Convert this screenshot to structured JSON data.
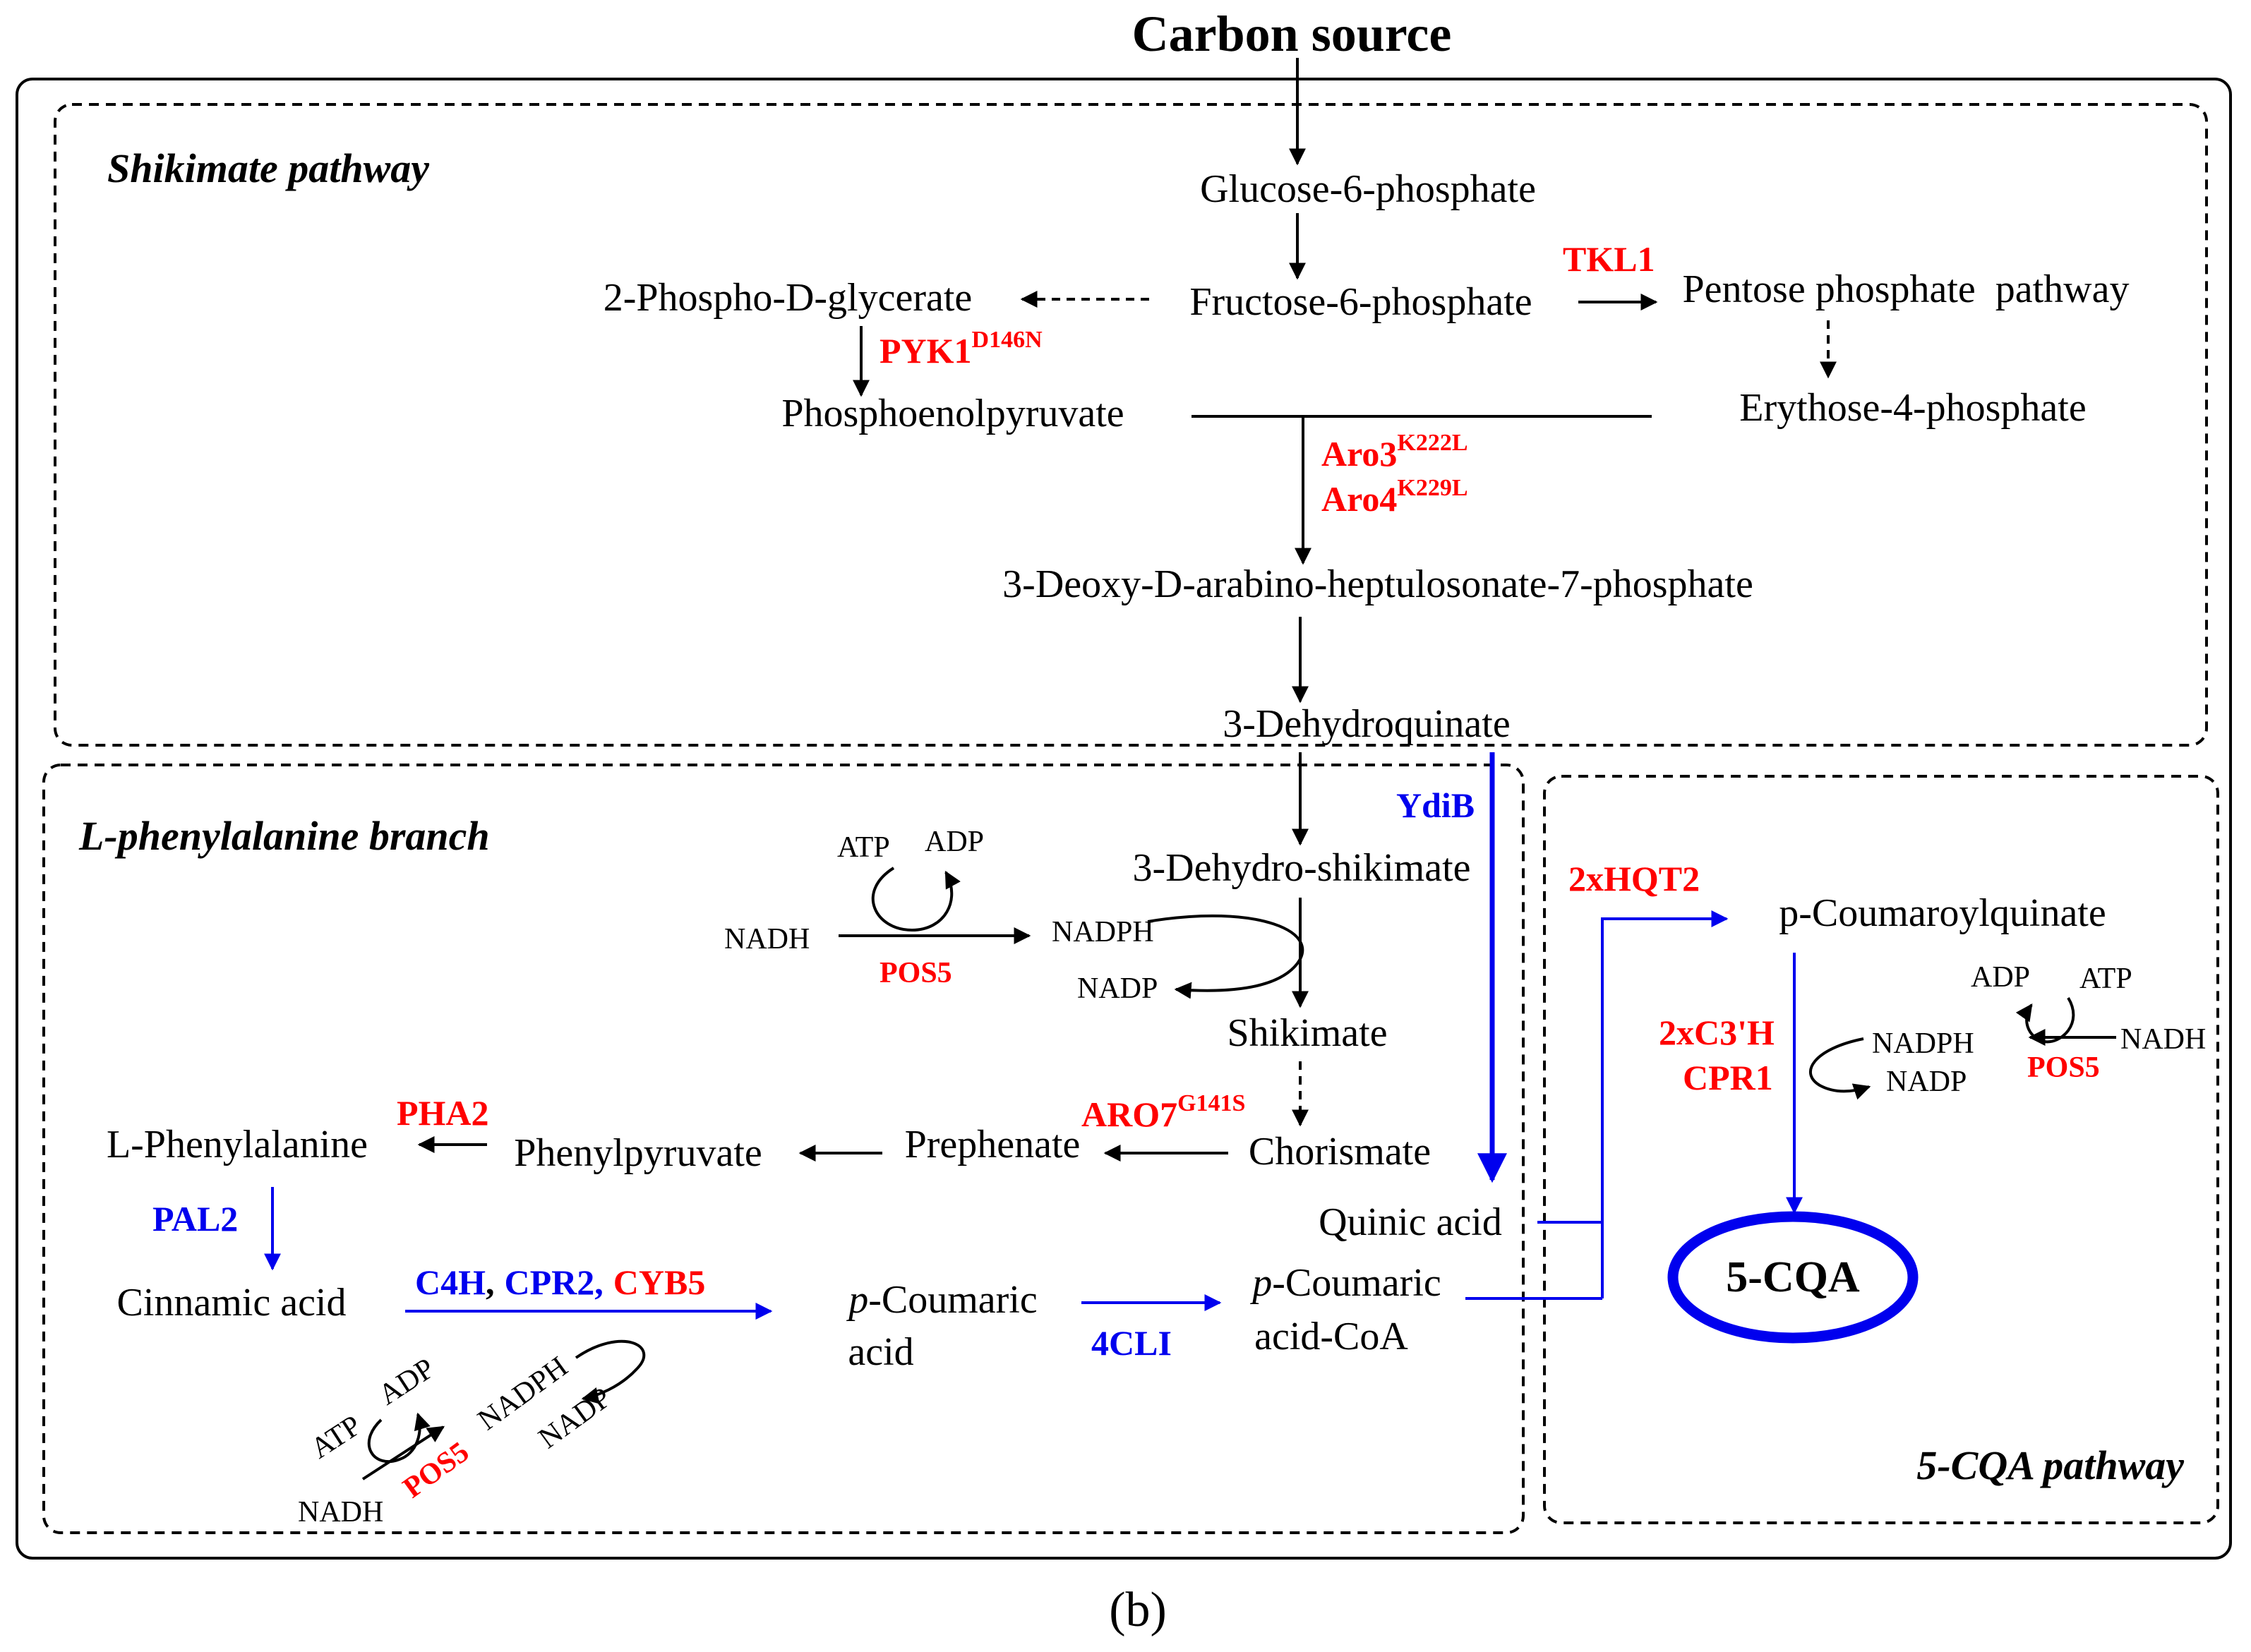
{
  "title": "Carbon source",
  "caption": "(b)",
  "panels": {
    "shikimate": "Shikimate pathway",
    "phenylalanine": "L-phenylalanine branch",
    "cqa": "5-CQA pathway"
  },
  "metabolites": {
    "g6p": "Glucose-6-phosphate",
    "f6p": "Fructose-6-phosphate",
    "pdg": "2-Phospho-D-glycerate",
    "ppp": "Pentose phosphate  pathway",
    "pep": "Phosphoenolpyruvate",
    "e4p": "Erythose-4-phosphate",
    "dahp": "3-Deoxy-D-arabino-heptulosonate-7-phosphate",
    "dhq": "3-Dehydroquinate",
    "dhs": "3-Dehydro-shikimate",
    "shik": "Shikimate",
    "chor": "Chorismate",
    "preph": "Prephenate",
    "phpyr": "Phenylpyruvate",
    "lphe": "L-Phenylalanine",
    "cinn": "Cinnamic acid",
    "pcoum_italic": "p",
    "pcoum_rest": "-Coumaric",
    "pcoum_line2": "acid",
    "pcoa_italic": "p",
    "pcoa_rest": "-Coumaric",
    "pcoa_line2": "acid-CoA",
    "quinic": "Quinic acid",
    "pcq": "p-Coumaroylquinate",
    "cqa": "5-CQA"
  },
  "cofactors": {
    "atp": "ATP",
    "adp": "ADP",
    "nadh": "NADH",
    "nadph": "NADPH",
    "nadp": "NADP"
  },
  "enzymes": {
    "tkl1": "TKL1",
    "pyk1": "PYK1",
    "pyk1_mut": "D146N",
    "aro3": "Aro3",
    "aro3_mut": "K222L",
    "aro4": "Aro4",
    "aro4_mut": "K229L",
    "ydib": "YdiB",
    "pos5": "POS5",
    "pha2": "PHA2",
    "aro7": "ARO7",
    "aro7_mut": "G141S",
    "pal2": "PAL2",
    "c4h": "C4H",
    "cpr2": "CPR2",
    "cyb5": "CYB5",
    "comma": ",",
    "cli4": "4CLI",
    "hqt2": "2xHQT2",
    "c3h": "2xC3'H",
    "cpr1": "CPR1"
  },
  "colors": {
    "heterologous": "#0000ee",
    "engineered": "#ff0000",
    "default": "#000000"
  }
}
